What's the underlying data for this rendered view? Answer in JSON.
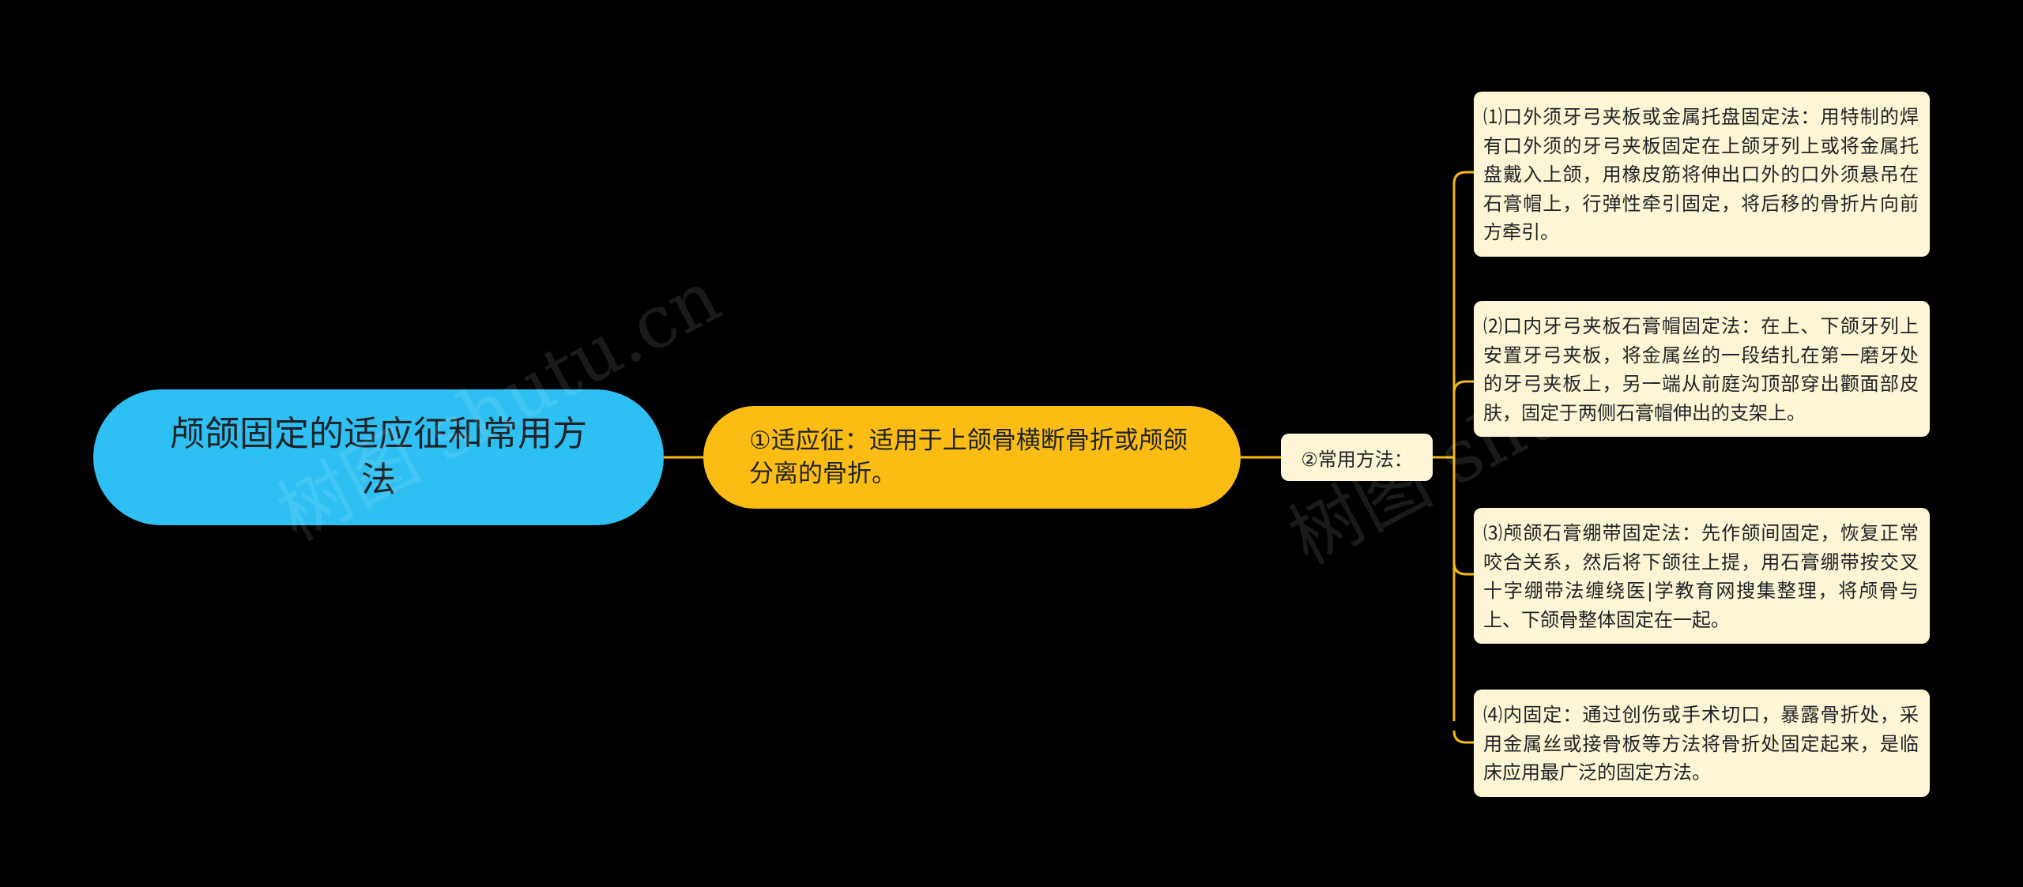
{
  "root": {
    "text": "颅颌固定的适应征和常用方法"
  },
  "indication": {
    "text": "①适应征：适用于上颌骨横断骨折或颅颌分离的骨折。"
  },
  "methods_label": {
    "text": "②常用方法："
  },
  "methods": [
    {
      "text": "⑴口外须牙弓夹板或金属托盘固定法：用特制的焊有口外须的牙弓夹板固定在上颌牙列上或将金属托盘戴入上颌，用橡皮筋将伸出口外的口外须悬吊在石膏帽上，行弹性牵引固定，将后移的骨折片向前方牵引。"
    },
    {
      "text": "⑵口内牙弓夹板石膏帽固定法：在上、下颌牙列上安置牙弓夹板，将金属丝的一段结扎在第一磨牙处的牙弓夹板上，另一端从前庭沟顶部穿出颧面部皮肤，固定于两侧石膏帽伸出的支架上。"
    },
    {
      "text": "⑶颅颌石膏绷带固定法：先作颌间固定，恢复正常咬合关系，然后将下颌往上提，用石膏绷带按交叉十字绷带法缠绕医|学教育网搜集整理，将颅骨与上、下颌骨整体固定在一起。"
    },
    {
      "text": "⑷内固定：通过创伤或手术切口，暴露骨折处，采用金属丝或接骨板等方法将骨折处固定起来，是临床应用最广泛的固定方法。"
    }
  ],
  "watermarks": [
    "树图 shutu.cn",
    "树图 shutu.cn"
  ],
  "colors": {
    "background": "#000000",
    "root": "#2ec0f3",
    "branch": "#fbbd14",
    "leaf": "#fdf5d3",
    "connector": "#f5b914"
  }
}
